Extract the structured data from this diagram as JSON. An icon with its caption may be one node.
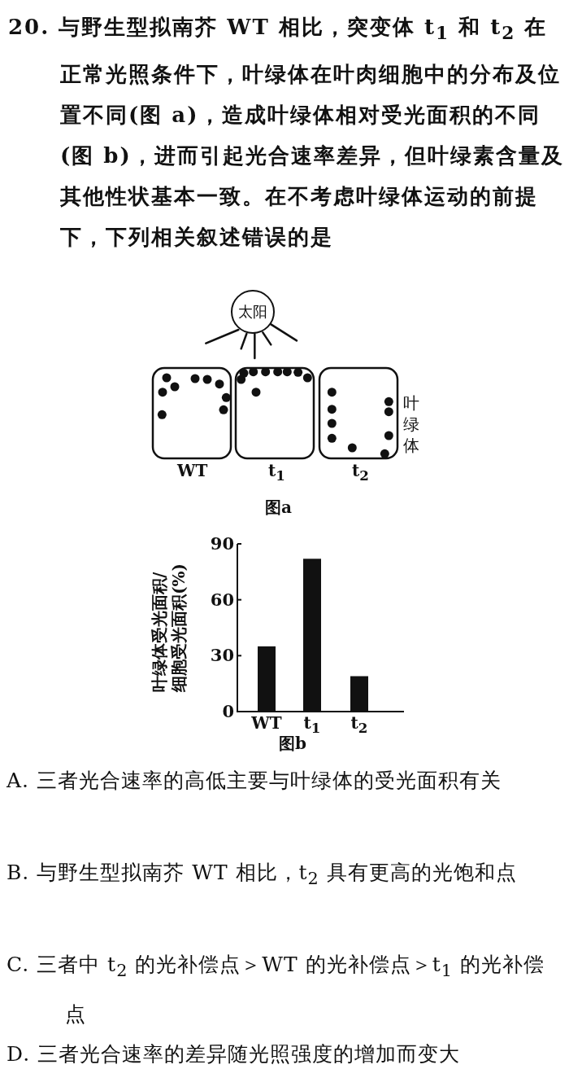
{
  "diagram": {
    "nodes": [
      {
        "text": [
          "太阳"
        ]
      }
    ],
    "labels": [
      "20. 与野生型拟南芥 WT 相比，突变体 t$_{1}$ 和 t$_{2}$ 在正常光照条件下，叶绿体在叶肉细胞中的分布及位置不同(图 a)，造成叶绿体相对受光面积的不同(图 b)，进而引起光合速率差异，但叶绿素含量及其他性状基本一致。在不考虑叶绿体运动的前提下，下列相关叙述错误的是",
      "WT",
      "t$_{1}$",
      "t$_{2}$",
      "叶绿体",
      "图a",
      "A. 三者光合速率的高低主要与叶绿体的受光面积有关",
      "B. 与野生型拟南芥 WT 相比，t$_{2}$ 具有更高的光饱和点",
      "C. 三者中 t$_{2}$ 的光补偿点＞WT 的光补偿点＞t$_{1}$ 的光补偿点",
      "D. 三者光合速率的差异随光照强度的增加而变大"
    ],
    "chart_data": {
      "type": "bar",
      "title": "图b",
      "ylabel": "叶绿体受光面积/细胞受光面积(%)",
      "categories": [
        "WT",
        "t$_{1}$",
        "t$_{2}$"
      ],
      "values": [
        35,
        82,
        19
      ],
      "ylim": [
        0,
        90
      ],
      "yticks": [
        0,
        30,
        60,
        90
      ]
    }
  }
}
